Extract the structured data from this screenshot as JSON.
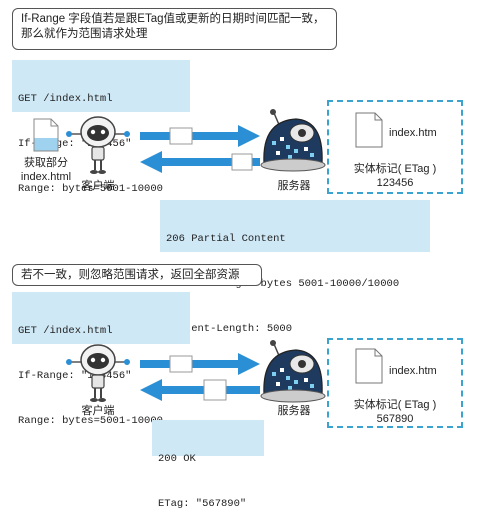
{
  "top": {
    "callout": [
      "If-Range 字段值若是跟ETag值或更新的日期时间匹配一致，",
      "那么就作为范围请求处理"
    ],
    "request": [
      "GET /index.html",
      "If-Range: \"123456\"",
      "Range: bytes=5001-10000"
    ],
    "file_label": "index.htm",
    "entity_tag_label": "实体标记( ETag )",
    "entity_tag_value": "123456",
    "client_note": [
      "获取部分",
      "index.html"
    ],
    "client_label": "客户端",
    "server_label": "服务器",
    "response": [
      "206 Partial Content",
      "Content-Range: bytes 5001-10000/10000",
      "Content-Length: 5000"
    ]
  },
  "bottom": {
    "callout": "若不一致，则忽略范围请求，返回全部资源",
    "request": [
      "GET /index.html",
      "If-Range: \"123456\"",
      "Range: bytes=5001-10000"
    ],
    "file_label": "index.htm",
    "entity_tag_label": "实体标记( ETag )",
    "entity_tag_value": "567890",
    "client_label": "客户端",
    "server_label": "服务器",
    "response": [
      "200 OK",
      "ETag: \"567890\""
    ]
  },
  "colors": {
    "code_bg": "#cfe8f5",
    "arrow_blue": "#2b8fd6",
    "dashed_border": "#3aa3cf",
    "server_body": "#1e3a5f"
  }
}
